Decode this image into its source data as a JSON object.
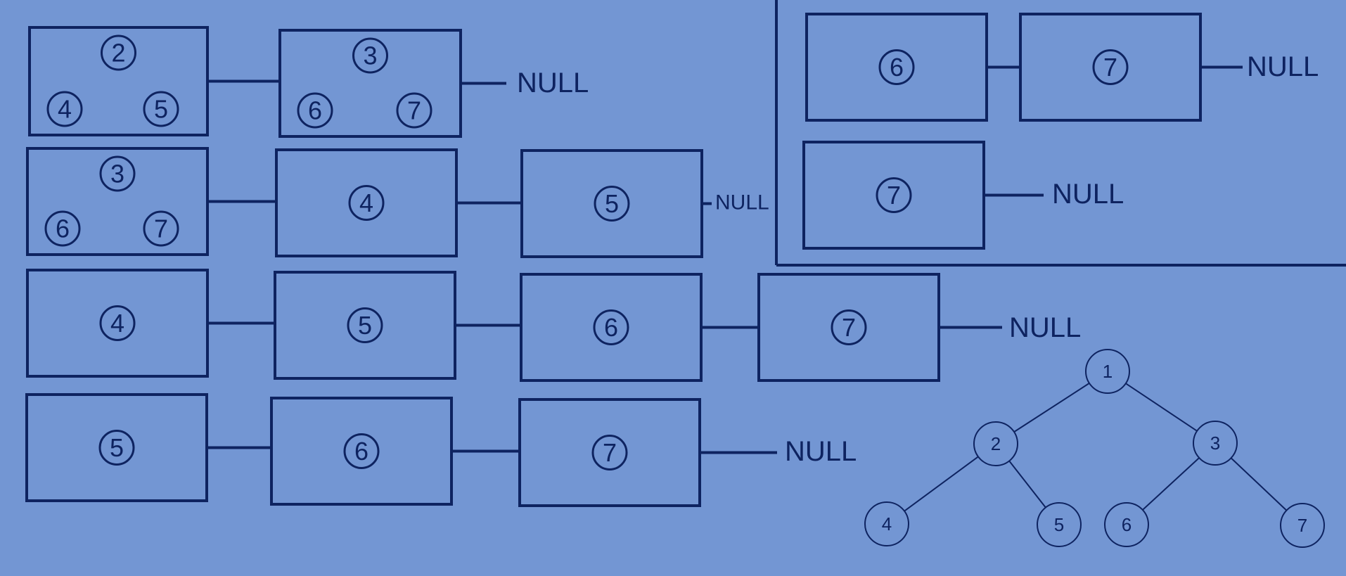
{
  "null_label": "NULL",
  "queues": [
    {
      "nodes": [
        {
          "root": "2",
          "left": "4",
          "right": "5"
        },
        {
          "root": "3",
          "left": "6",
          "right": "7"
        }
      ]
    },
    {
      "nodes": [
        {
          "root": "3",
          "left": "6",
          "right": "7"
        },
        {
          "root": "4"
        },
        {
          "root": "5"
        }
      ]
    },
    {
      "nodes": [
        {
          "root": "4"
        },
        {
          "root": "5"
        },
        {
          "root": "6"
        },
        {
          "root": "7"
        }
      ]
    },
    {
      "nodes": [
        {
          "root": "5"
        },
        {
          "root": "6"
        },
        {
          "root": "7"
        }
      ]
    },
    {
      "nodes": [
        {
          "root": "6"
        },
        {
          "root": "7"
        }
      ]
    },
    {
      "nodes": [
        {
          "root": "7"
        }
      ]
    }
  ],
  "tree": {
    "nodes": [
      "1",
      "2",
      "3",
      "4",
      "5",
      "6",
      "7"
    ],
    "edges": [
      [
        "1",
        "2"
      ],
      [
        "1",
        "3"
      ],
      [
        "2",
        "4"
      ],
      [
        "2",
        "5"
      ],
      [
        "3",
        "6"
      ],
      [
        "3",
        "7"
      ]
    ]
  },
  "colors": {
    "background": "#7396d3",
    "ink": "#0e2360"
  }
}
